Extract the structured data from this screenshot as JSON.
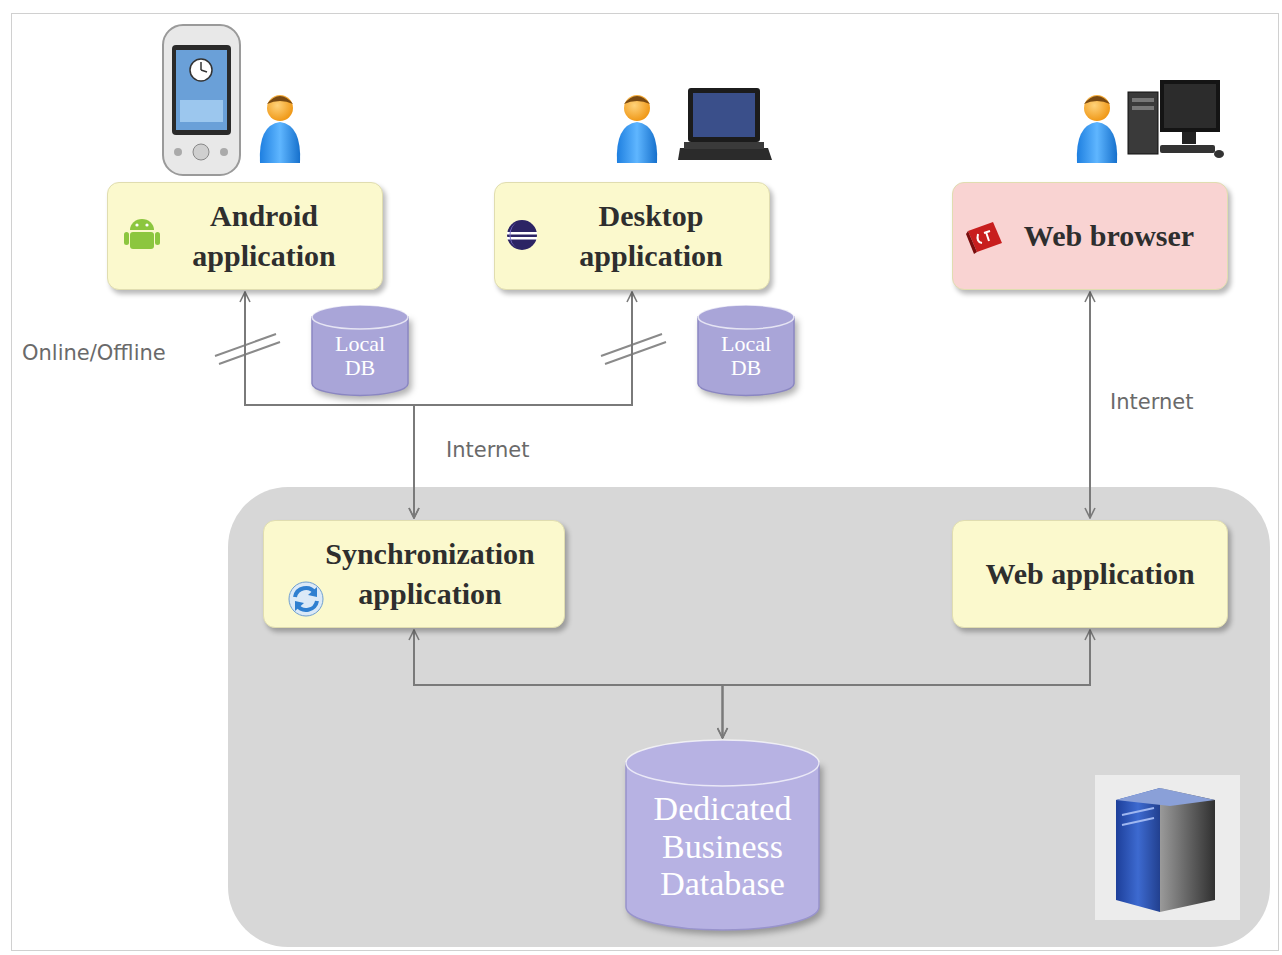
{
  "diagram": {
    "nodes": [
      {
        "text": [
          "Android application"
        ]
      },
      {
        "text": [
          "Desktop application"
        ]
      },
      {
        "text": [
          "Web browser"
        ]
      },
      {
        "text": [
          "Local DB"
        ]
      },
      {
        "text": [
          "Local DB"
        ]
      },
      {
        "text": [
          "Synchronization application"
        ]
      },
      {
        "text": [
          "Web application"
        ]
      },
      {
        "text": [
          "Dedicated Business Database"
        ]
      }
    ],
    "edges": [
      {
        "from": 0,
        "to": 5,
        "arrow": "both"
      },
      {
        "from": 1,
        "to": 5,
        "arrow": "both"
      },
      {
        "from": 2,
        "to": 6,
        "arrow": "both"
      },
      {
        "from": 5,
        "to": 7,
        "arrow": "both"
      },
      {
        "from": 6,
        "to": 7,
        "arrow": "both"
      }
    ],
    "labels": [
      "Online/Offline",
      "Internet",
      "Internet"
    ]
  }
}
